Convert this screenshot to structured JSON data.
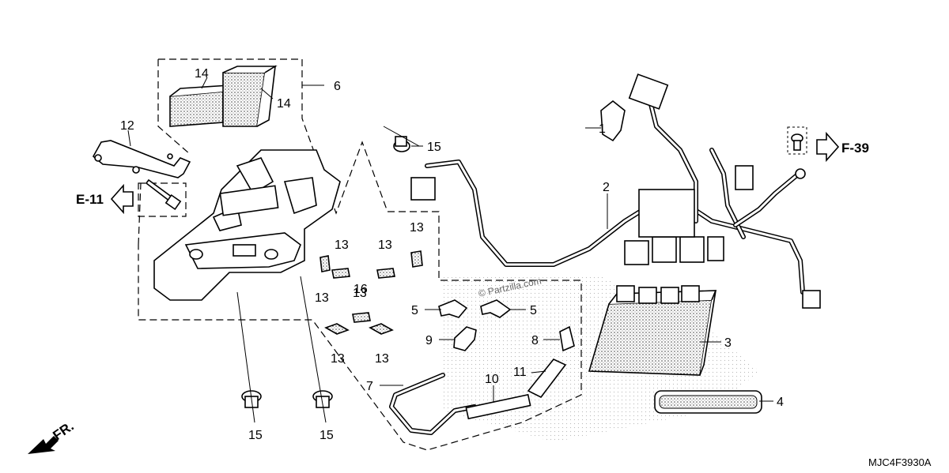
{
  "diagram": {
    "callouts": [
      "1",
      "2",
      "3",
      "4",
      "5",
      "5",
      "6",
      "7",
      "8",
      "9",
      "10",
      "11",
      "12",
      "13",
      "13",
      "13",
      "13",
      "13",
      "13",
      "13",
      "14",
      "14",
      "15",
      "15",
      "15",
      "16"
    ],
    "references": {
      "e11": "E-11",
      "f39": "F-39",
      "front": "FR."
    },
    "watermark": "© Partzilla.com",
    "diagram_code": "MJC4F3930A"
  }
}
